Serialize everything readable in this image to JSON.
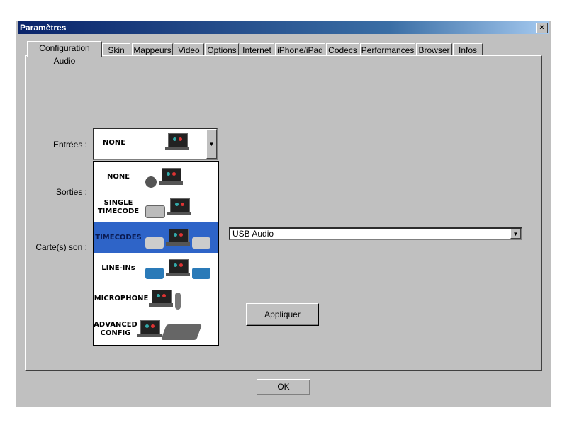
{
  "window": {
    "title": "Paramètres",
    "close_label": "×"
  },
  "tabs": [
    {
      "label": "Configuration Audio"
    },
    {
      "label": "Skin"
    },
    {
      "label": "Mappeurs"
    },
    {
      "label": "Video"
    },
    {
      "label": "Options"
    },
    {
      "label": "Internet"
    },
    {
      "label": "iPhone/iPad"
    },
    {
      "label": "Codecs"
    },
    {
      "label": "Performances"
    },
    {
      "label": "Browser"
    },
    {
      "label": "Infos"
    }
  ],
  "form": {
    "inputs_label": "Entrées :",
    "outputs_label": "Sorties :",
    "soundcard_label": "Carte(s) son :",
    "inputs_value": "NONE",
    "soundcard_value": "USB Audio",
    "apply_label": "Appliquer"
  },
  "dropdown_options": [
    {
      "label": "NONE"
    },
    {
      "label": "SINGLE TIMECODE"
    },
    {
      "label": "TIMECODES"
    },
    {
      "label": "LINE-INs"
    },
    {
      "label": "MICROPHONE"
    },
    {
      "label": "ADVANCED CONFIG"
    }
  ],
  "footer": {
    "ok_label": "OK"
  },
  "colors": {
    "selection": "#2e64c8",
    "titlebar": "#0a246a"
  }
}
